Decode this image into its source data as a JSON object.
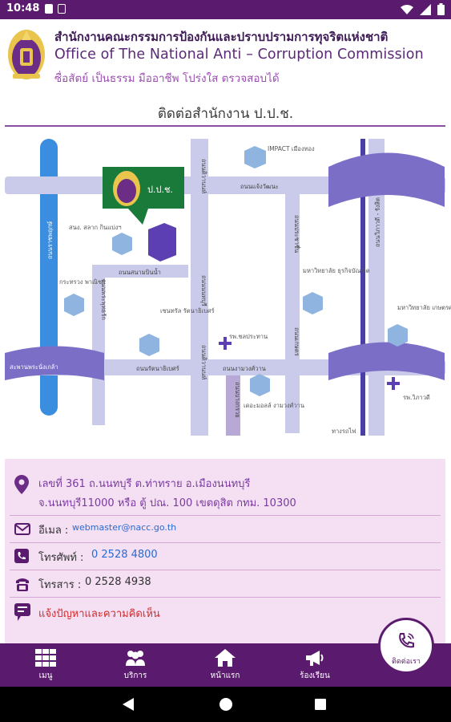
{
  "status_bar": {
    "time": "10:48"
  },
  "header": {
    "title_th": "สำนักงานคณะกรรมการป้องกันและปราบปรามการทุจริตแห่งชาติ",
    "title_en": "Office of The National Anti – Corruption Commission",
    "slogan": "ซื่อสัตย์ เป็นธรรม มืออาชีพ โปร่งใส ตรวจสอบได้"
  },
  "page_title": "ติดต่อสำนักงาน ป.ป.ช.",
  "map": {
    "labels": {
      "nacc_box": "ป.ป.ช.",
      "impact": "IMPACT เมืองทอง",
      "rd_chaeng_watthana": "ถนนแจ้งวัฒนะ",
      "rd_right_vertical": "ถนนวิภาวดี - รังสิต",
      "rd_tiwanon": "ถนนติวานนท์",
      "rd_nam_pradit": "ถนนประชาชื่น",
      "rd_mid_vertical": "ถนนนนทบุรี",
      "samnak_ngan": "สนง. สลาก กินแบ่งฯ",
      "rd_sanambinnam": "ถนนสนามบินน้ำ",
      "ministry_commerce": "กระทรวง พาณิชย์",
      "rd_small": "ถนนพระพุทธรัก",
      "central": "เซนทรัล รัตนาธิเบศร์",
      "rd_ratthanathibet": "ถนนรัตนาธิเบศร์",
      "hospital_chonprathan": "รพ.ชลประทาน",
      "rd_ngamwongwan": "ถนนงามวงศ์วาน",
      "rd_kaset": "ถนนเกษตร",
      "university_dhurakij": "มหาวิทยาลัย ธุรกิจบัณฑิต",
      "university_kasetsart": "มหาวิทยาลัย เกษตรศาสตร์",
      "hospital_vibhavadi": "รพ.วิภาวดี",
      "mall_ngamwongwan": "เดอะมอลล์ งามวงศ์วาน",
      "bridge_label": "สะพานพระนั่งเกล้า",
      "rd_left_vertical": "ถนนราชพฤกษ์",
      "rail": "ทางรถไฟ",
      "rd_tiwanon2": "ถนนติวานนท์",
      "rd_small2": "ถนนบางกรวย"
    }
  },
  "contact": {
    "address_line1": "เลขที่ 361 ถ.นนทบุรี ต.ท่าทราย อ.เมืองนนทบุรี",
    "address_line2": "จ.นนทบุรี11000 หรือ ตู้ ปณ. 100 เขตดุสิต กทม. 10300",
    "email_label": "อีเมล :",
    "email_value": "webmaster@nacc.go.th",
    "phone_label": "โทรศัพท์ :",
    "phone_value": "0 2528 4800",
    "fax_label": "โทรสาร :",
    "fax_value": "0 2528 4938",
    "complaint": "แจ้งปัญหาและความคิดเห็น"
  },
  "bottom_nav": {
    "items": [
      {
        "label": "เมนู"
      },
      {
        "label": "บริการ"
      },
      {
        "label": "หน้าแรก"
      },
      {
        "label": "ร้องเรียน"
      }
    ],
    "fab_label": "ติดต่อเรา"
  },
  "colors": {
    "primary": "#5a1a6e",
    "accent": "#8b4fa5",
    "road": "#c9c9e8",
    "river": "#3b8de0",
    "contact_bg": "#f4dff3"
  }
}
